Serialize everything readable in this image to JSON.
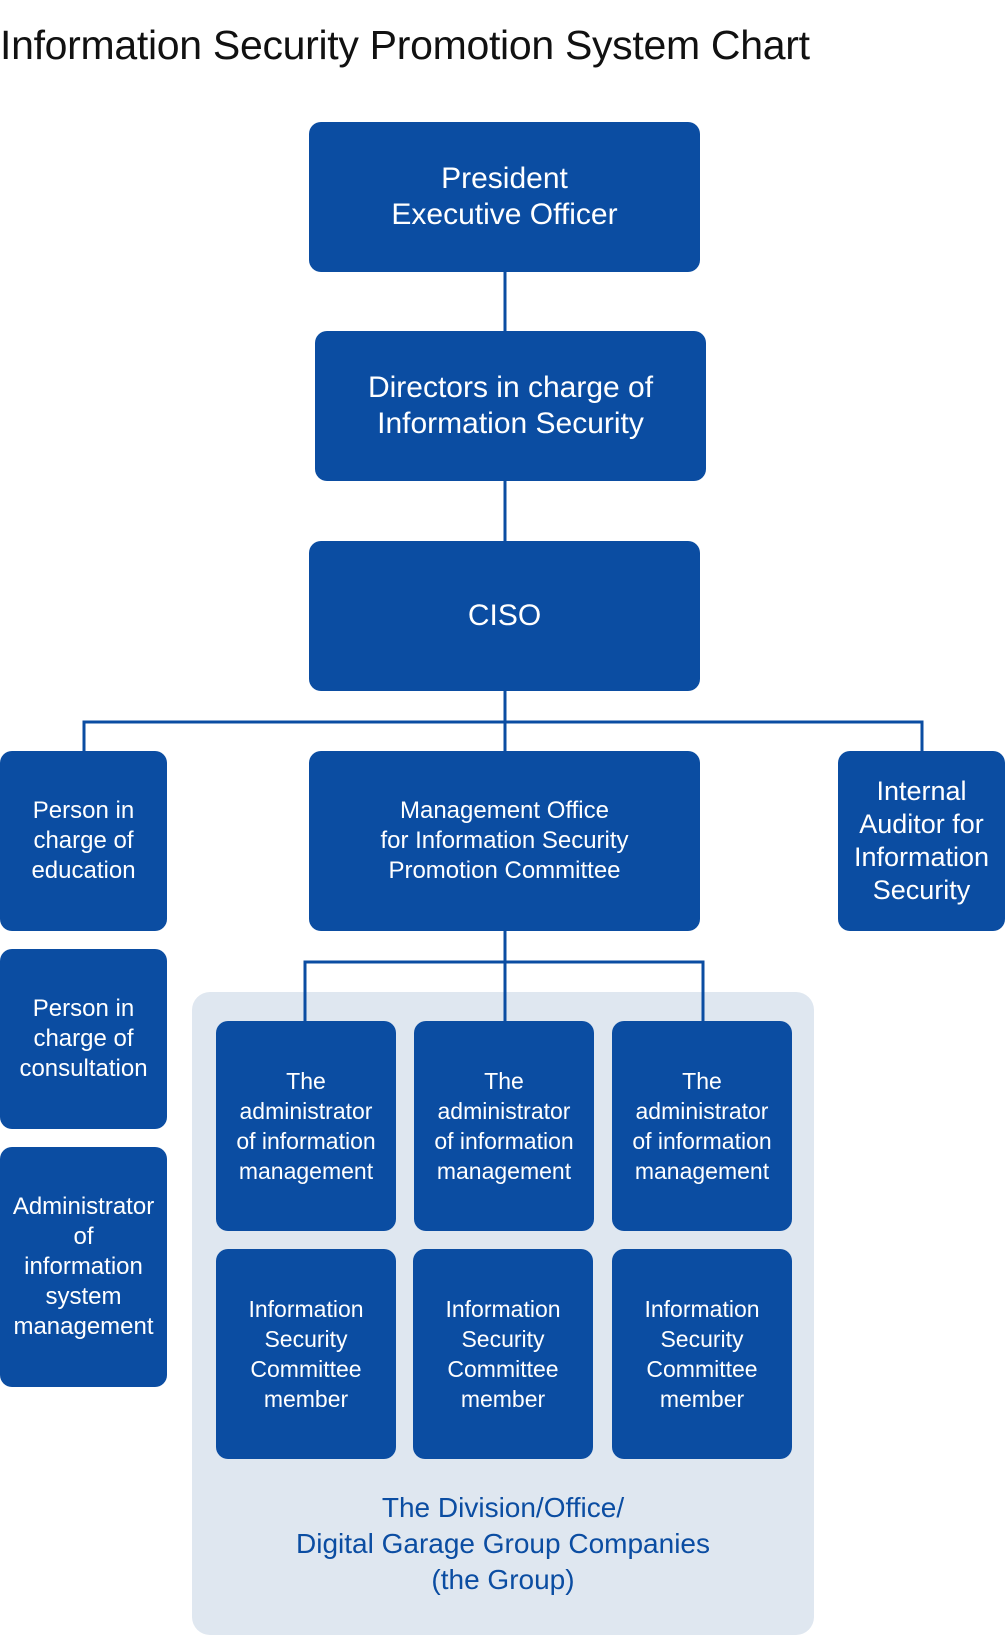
{
  "title": "Information Security Promotion System Chart",
  "colors": {
    "box": "#0b4da2",
    "panel": "#dfe7f0",
    "line": "#0b4da2",
    "panel_text": "#0b4da2"
  },
  "nodes": {
    "president": {
      "line1": "President",
      "line2": "Executive Officer"
    },
    "directors": {
      "line1": "Directors in charge of",
      "line2": "Information Security"
    },
    "ciso": {
      "label": "CISO"
    },
    "education": {
      "line1": "Person in",
      "line2": "charge of",
      "line3": "education"
    },
    "consultation": {
      "line1": "Person in",
      "line2": "charge of",
      "line3": "consultation"
    },
    "sys_admin": {
      "line1": "Administrator",
      "line2": "of",
      "line3": "information",
      "line4": "system",
      "line5": "management"
    },
    "mgmt_office": {
      "line1": "Management Office",
      "line2": "for Information Security",
      "line3": "Promotion Committee"
    },
    "auditor": {
      "line1": "Internal",
      "line2": "Auditor for",
      "line3": "Information",
      "line4": "Security"
    },
    "info_admin": {
      "line1": "The",
      "line2": "administrator",
      "line3": "of information",
      "line4": "management"
    },
    "committee_member": {
      "line1": "Information",
      "line2": "Security",
      "line3": "Committee",
      "line4": "member"
    }
  },
  "group": {
    "line1": "The Division/Office/",
    "line2": "Digital Garage Group Companies",
    "line3": "(the Group)"
  }
}
